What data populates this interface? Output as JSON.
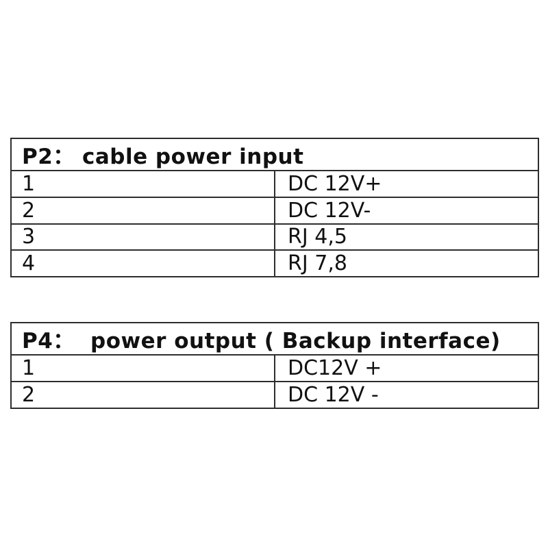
{
  "colors": {
    "background": "#ffffff",
    "border": "#2d2d2d",
    "text": "#111111"
  },
  "tables": [
    {
      "id": "P2",
      "header": {
        "label": "P2：",
        "title": "cable power input"
      },
      "rows": [
        {
          "pin": "1",
          "desc": "DC 12V+"
        },
        {
          "pin": "2",
          "desc": "DC 12V-"
        },
        {
          "pin": "3",
          "desc": "RJ 4,5"
        },
        {
          "pin": "4",
          "desc": "RJ 7,8"
        }
      ]
    },
    {
      "id": "P4",
      "header": {
        "label": "P4：",
        "title": "power output ( Backup interface)"
      },
      "rows": [
        {
          "pin": "1",
          "desc": "DC12V +"
        },
        {
          "pin": "2",
          "desc": "DC 12V -"
        }
      ]
    }
  ]
}
